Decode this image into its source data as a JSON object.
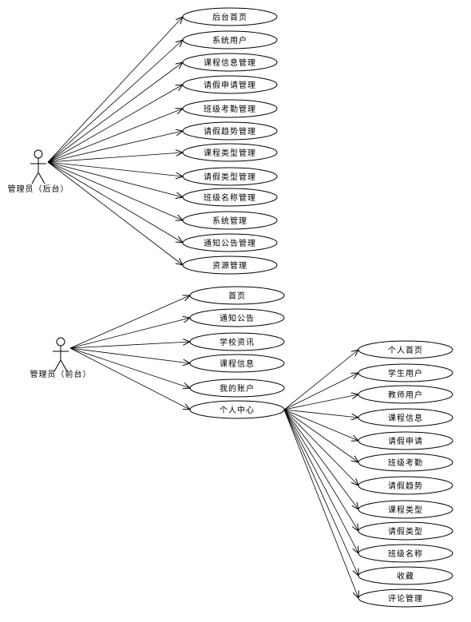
{
  "actors": {
    "admin_backend": "管理员（后台）",
    "admin_frontend": "管理员（前台）"
  },
  "backend_use_cases": [
    "后台首页",
    "系统用户",
    "课程信息管理",
    "请假申请管理",
    "班级考勤管理",
    "请假趋势管理",
    "课程类型管理",
    "请假类型管理",
    "班级名称管理",
    "系统管理",
    "通知公告管理",
    "资源管理"
  ],
  "frontend_use_cases": [
    "首页",
    "通知公告",
    "学校资讯",
    "课程信息",
    "我的账户",
    "个人中心"
  ],
  "personal_center_use_cases": [
    "个人首页",
    "学生用户",
    "教师用户",
    "课程信息",
    "请假申请",
    "班级考勤",
    "请假趋势",
    "课程类型",
    "请假类型",
    "班级名称",
    "收藏",
    "评论管理"
  ],
  "colors": {
    "line": "#000000",
    "background": "#ffffff"
  }
}
